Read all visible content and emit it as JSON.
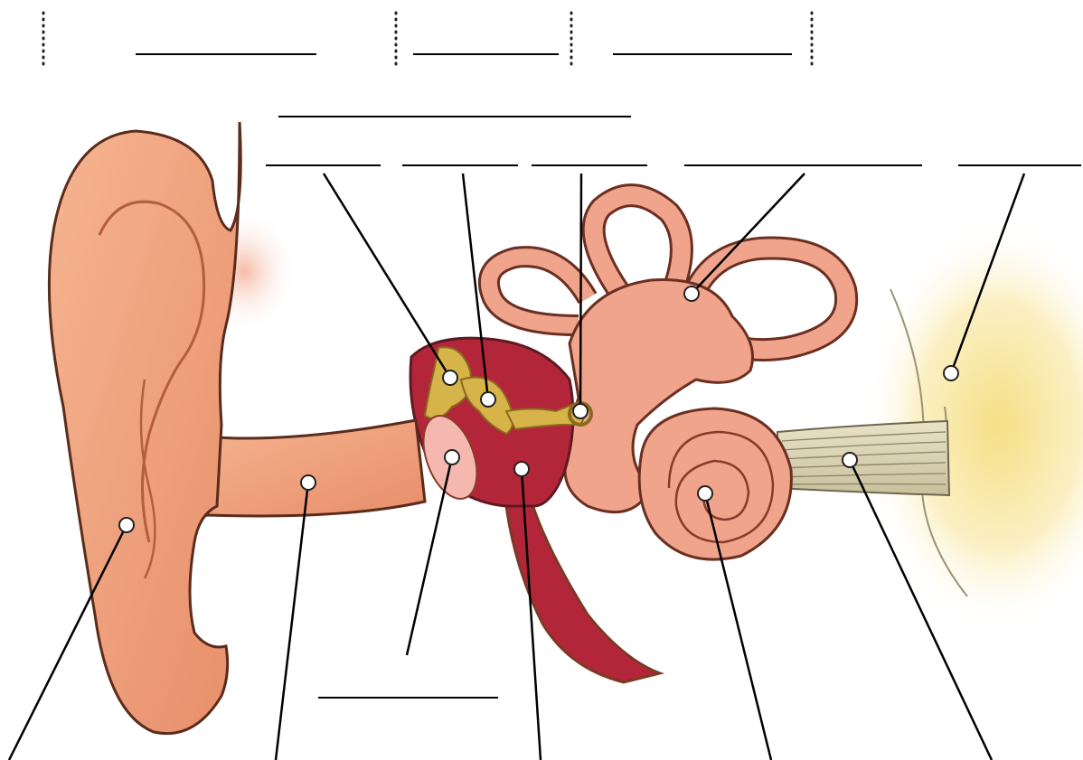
{
  "diagram": {
    "title": "",
    "region_dividers": 4,
    "region_label_blanks": [
      "",
      "",
      ""
    ],
    "group_bracket_blank": "",
    "top_label_blanks": [
      "",
      "",
      "",
      "",
      ""
    ],
    "bottom_label_blanks": [
      "",
      "",
      "",
      "",
      "",
      ""
    ],
    "structures": [
      "auricle",
      "ear-canal",
      "eardrum",
      "malleus",
      "incus",
      "stapes",
      "middle-ear-cavity",
      "eustachian-tube",
      "semicircular-canals",
      "vestibule",
      "cochlea",
      "cochlear-nerve",
      "brain"
    ],
    "colors": {
      "skin": "#f2a680",
      "skin_dark": "#c96a4a",
      "outline": "#5a2c1c",
      "middle_ear": "#b3263a",
      "ossicles": "#d6b44a",
      "inner_ear": "#f0a48c",
      "nerve": "#ddd5b8",
      "brain_glow": "#f8e9a6",
      "leader_line": "#000000",
      "marker_fill": "#ffffff"
    }
  }
}
